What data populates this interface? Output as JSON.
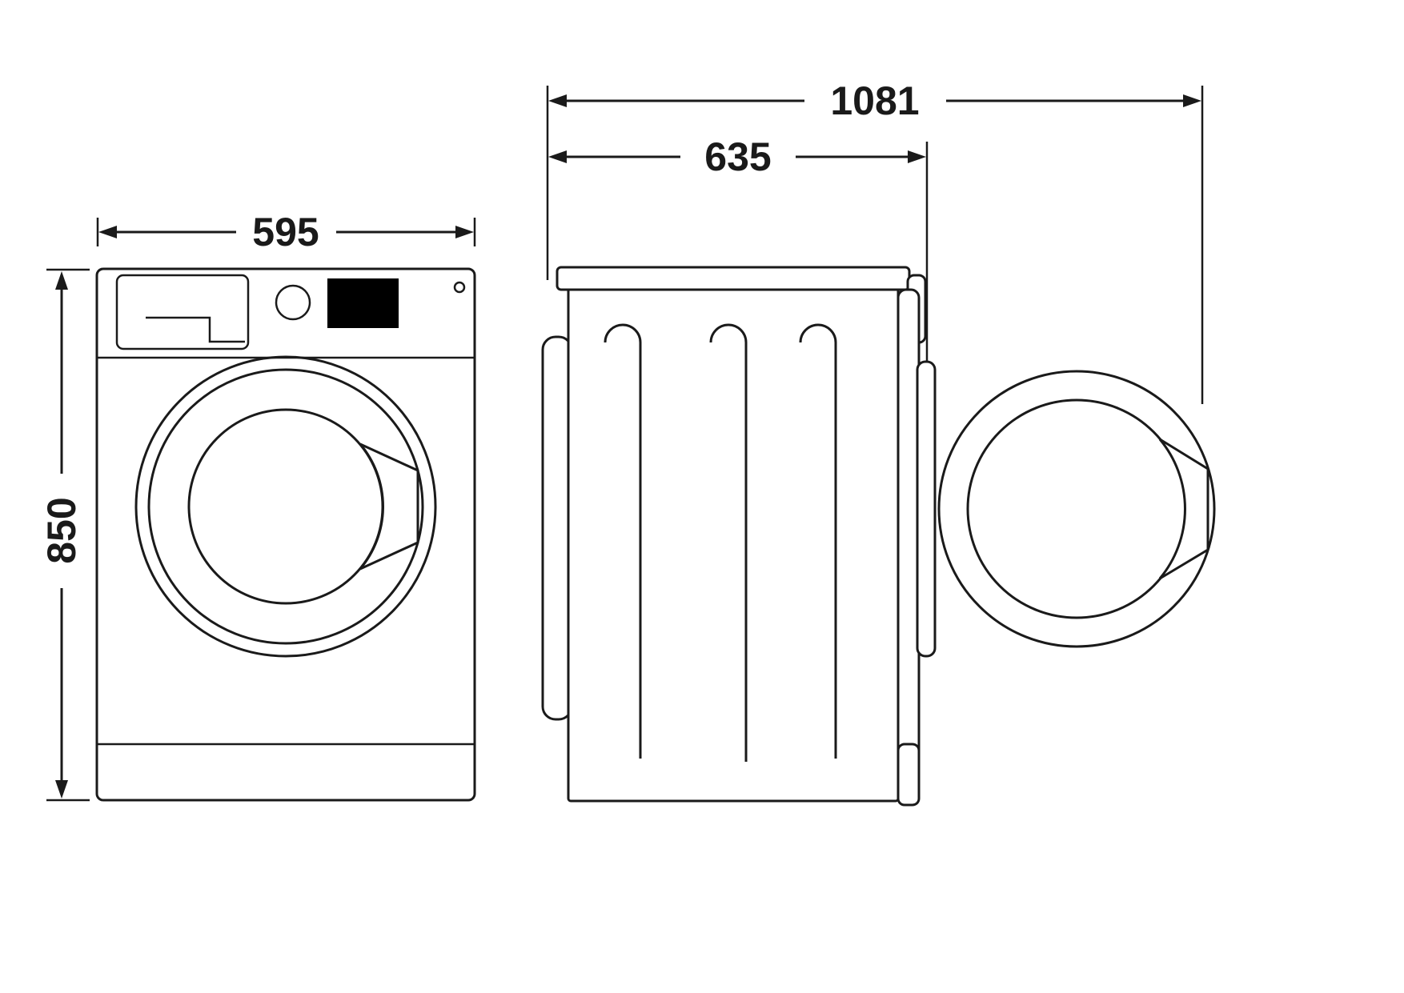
{
  "diagram": {
    "type": "technical-dimension-drawing",
    "subject": "washing-machine",
    "views": {
      "left": "front-view",
      "right": "side-view-door-open"
    },
    "labels": {
      "width_front": "595",
      "height": "850",
      "depth_door_open": "1081",
      "depth_body": "635"
    },
    "colors": {
      "line": "#1a1a1a",
      "background": "#ffffff",
      "display_fill": "#000000"
    }
  }
}
